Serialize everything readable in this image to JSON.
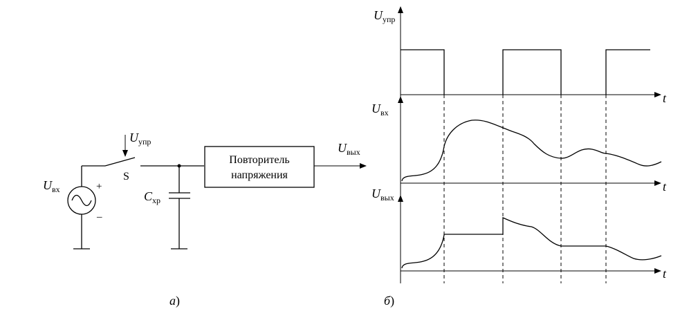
{
  "circuit": {
    "input_label": {
      "main": "U",
      "sub": "вх"
    },
    "control_label": {
      "main": "U",
      "sub": "упр"
    },
    "switch_label": "S",
    "capacitor_label": {
      "main": "C",
      "sub": "хр"
    },
    "plus_sign": "+",
    "minus_sign": "–",
    "repeater_line1": "Повторитель",
    "repeater_line2": "напряжения",
    "output_label": {
      "main": "U",
      "sub": "вых"
    },
    "caption": {
      "letter": "а",
      "paren": ")"
    }
  },
  "timing": {
    "control_axis": {
      "main": "U",
      "sub": "упр"
    },
    "input_axis": {
      "main": "U",
      "sub": "вх"
    },
    "output_axis": {
      "main": "U",
      "sub": "вых"
    },
    "time_label": "t",
    "caption": {
      "letter": "б",
      "paren": ")"
    }
  }
}
